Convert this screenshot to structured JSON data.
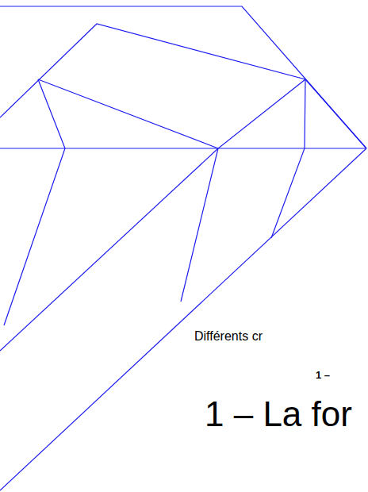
{
  "diagram": {
    "title": "1 – La for",
    "labels": [
      "Différents cr",
      "1 –"
    ]
  }
}
